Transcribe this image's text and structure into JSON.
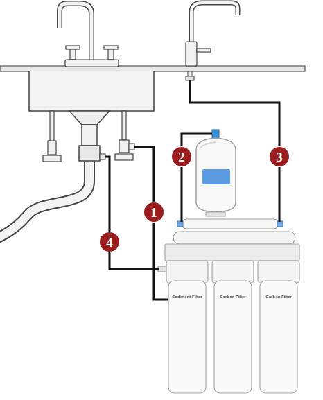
{
  "diagram": {
    "labels": [
      "1",
      "2",
      "3",
      "4",
      "Sediment Filter",
      "Carbon Filter",
      "Carbon Filter"
    ]
  }
}
